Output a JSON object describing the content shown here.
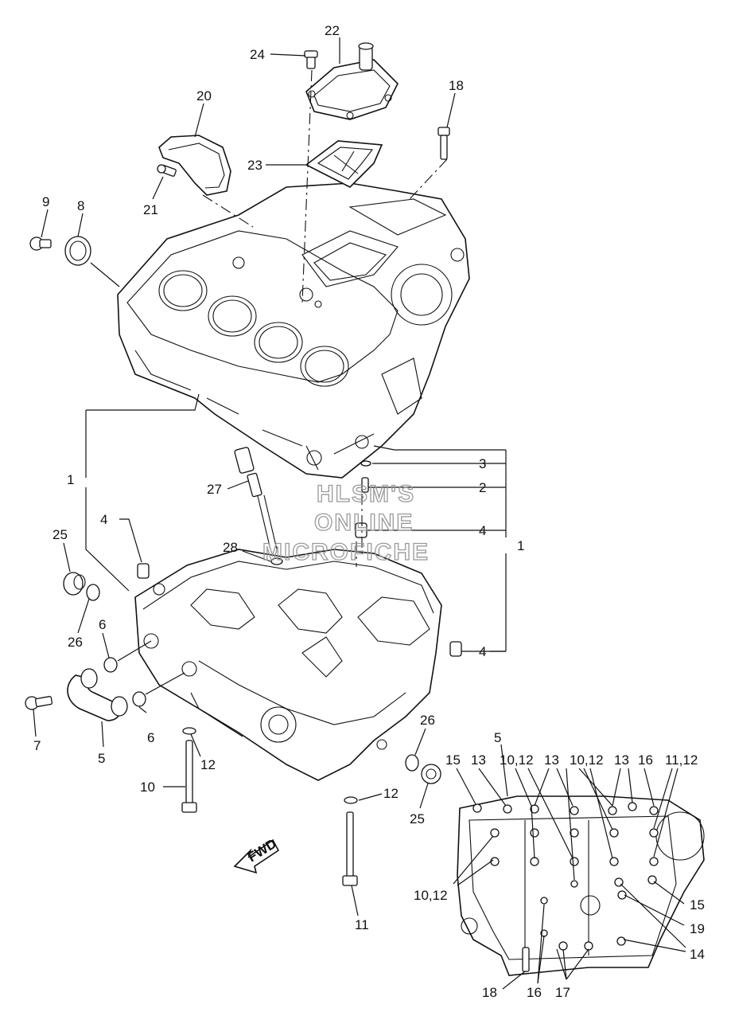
{
  "watermark": {
    "line1": "HLSM'S",
    "line2": "ONLINE",
    "line3": "MICROFICHE"
  },
  "fwd_label": "FWD",
  "callouts": {
    "c22": "22",
    "c24": "24",
    "c18a": "18",
    "c20": "20",
    "c23": "23",
    "c21": "21",
    "c9": "9",
    "c8": "8",
    "c3": "3",
    "c2": "2",
    "c1a": "1",
    "c27": "27",
    "c4a": "4",
    "c4b": "4",
    "c1b": "1",
    "c25a": "25",
    "c28": "28",
    "c26a": "26",
    "c6a": "6",
    "c4c": "4",
    "c7": "7",
    "c6b": "6",
    "c5a": "5",
    "c12a": "12",
    "c10a": "10",
    "c26b": "26",
    "c12b": "12",
    "c25b": "25",
    "c11": "11",
    "i5": "5",
    "i15a": "15",
    "i13a": "13",
    "i1012a": "10,12",
    "i13b": "13",
    "i1012b": "10,12",
    "i13c": "13",
    "i16a": "16",
    "i1112": "11,12",
    "i1012c": "10,12",
    "i15b": "15",
    "i19": "19",
    "i14": "14",
    "i18": "18",
    "i16b": "16",
    "i17": "17"
  }
}
